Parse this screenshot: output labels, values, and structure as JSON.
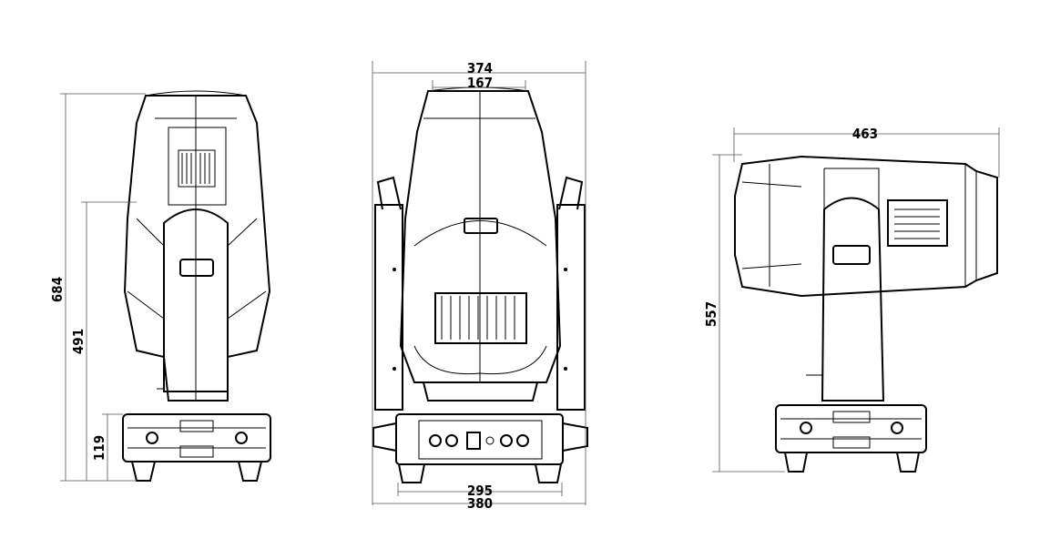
{
  "drawing": {
    "side_view": {
      "height_total": "684",
      "height_to_tilt_axis": "491",
      "base_height": "119"
    },
    "front_view": {
      "head_width": "374",
      "lens_width": "167",
      "foot_spacing": "295",
      "base_width": "380"
    },
    "profile_view": {
      "length": "463",
      "height": "557"
    }
  }
}
